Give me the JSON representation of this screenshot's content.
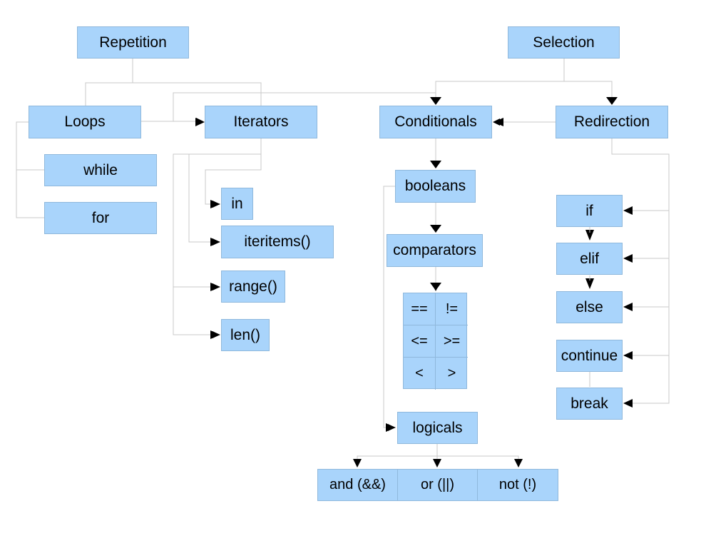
{
  "colors": {
    "node_fill": "#a9d4fb",
    "node_border": "#8fb8dc",
    "line": "#c8c8c8",
    "arrow": "#000000"
  },
  "nodes": {
    "repetition": "Repetition",
    "selection": "Selection",
    "loops": "Loops",
    "iterators": "Iterators",
    "conditionals": "Conditionals",
    "redirection": "Redirection",
    "while": "while",
    "for": "for",
    "in": "in",
    "iteritems": "iteritems()",
    "range": "range()",
    "len": "len()",
    "booleans": "booleans",
    "comparators": "comparators",
    "logicals": "logicals",
    "if": "if",
    "elif": "elif",
    "else": "else",
    "continue": "continue",
    "break": "break"
  },
  "comparator_ops": [
    "==",
    "!=",
    "<=",
    ">=",
    "<",
    ">"
  ],
  "logical_ops": [
    "and (&&)",
    "or (||)",
    "not (!)"
  ]
}
